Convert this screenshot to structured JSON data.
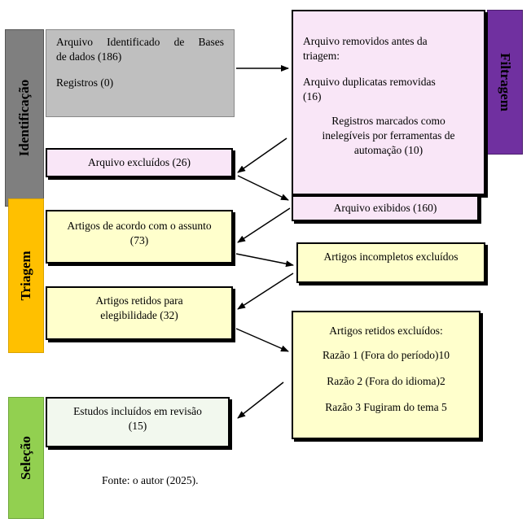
{
  "phases": {
    "identificacao": "Identificação",
    "triagem": "Triagem",
    "selecao": "Seleção",
    "filtragem": "Filtragem"
  },
  "boxes": {
    "identified_line1": "Arquivo Identificado de Bases",
    "identified_line2": "de dados (186)",
    "registros": "Registros (0)",
    "removed_title_line1": "Arquivo removidos antes da",
    "removed_title_line2": "triagem:",
    "duplicates_line1": "Arquivo duplicatas removidas",
    "duplicates_line2": "(16)",
    "ineligible_line1": "Registros marcados como",
    "ineligible_line2": "inelegíveis por ferramentas de",
    "ineligible_line3": "automação (10)",
    "excluded_files": "Arquivo excluídos (26)",
    "shown_files": "Arquivo exibidos (160)",
    "subject_articles_line1": "Artigos de acordo com o assunto",
    "subject_articles_line2": "(73)",
    "incomplete_excluded": "Artigos incompletos excluídos",
    "retained_line1": "Artigos retidos para",
    "retained_line2": "elegibilidade (32)",
    "retained_excluded_title": "Artigos retidos excluídos:",
    "reason1": "Razão 1 (Fora do período)10",
    "reason2": "Razão 2 (Fora do idioma)2",
    "reason3": "Razão 3 Fugiram do tema 5",
    "included_line1": "Estudos incluídos em revisão",
    "included_line2": "(15)"
  },
  "source_note": "Fonte: o autor (2025).",
  "colors": {
    "identificacao": "#7f7f7f",
    "identified_box": "#bfbfbf",
    "triagem": "#ffc000",
    "pale_yellow": "#ffffcc",
    "selecao": "#92d050",
    "included_box": "#f2f8ee",
    "filtragem": "#7030a0",
    "pink": "#f9e6f7"
  }
}
